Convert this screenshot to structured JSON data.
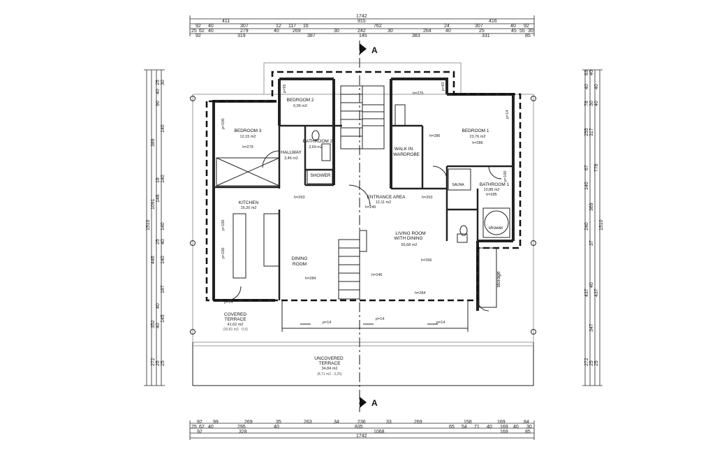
{
  "dims": {
    "top_total": "1742",
    "top_row1": [
      "411",
      "915",
      "416"
    ],
    "top_row2": [
      "92",
      "40",
      "307",
      "12",
      "117",
      "16",
      "762",
      "24",
      "307",
      "40",
      "92"
    ],
    "top_row3": [
      "25",
      "62",
      "40",
      "279",
      "40",
      "269",
      "30",
      "242",
      "30",
      "264",
      "40",
      "25",
      "45",
      "55",
      "30"
    ],
    "top_row4": [
      "92",
      "319",
      "387",
      "145",
      "383",
      "331",
      "85"
    ],
    "bottom_row1": [
      "92",
      "99",
      "269",
      "35",
      "263",
      "34",
      "236",
      "33",
      "269",
      "158",
      "169",
      "84"
    ],
    "bottom_row2": [
      "25",
      "62",
      "40",
      "295",
      "40",
      "835",
      "65",
      "54",
      "71",
      "40",
      "169",
      "40",
      "30"
    ],
    "bottom_row3": [
      "92",
      "328",
      "1068",
      "169",
      "85"
    ],
    "bottom_total": "1742",
    "left_outer": "1510",
    "left_mid": "1091",
    "left_segments": [
      "25",
      "30",
      "40",
      "90",
      "140",
      "389",
      "18",
      "140",
      "148",
      "140",
      "25",
      "40",
      "446",
      "140",
      "187",
      "40",
      "145",
      "40",
      "352",
      "272",
      "25",
      "25"
    ],
    "right_outer": "1510",
    "right_mid": "778",
    "right_segments": [
      "83",
      "40",
      "40",
      "40",
      "78",
      "30",
      "40",
      "255",
      "317",
      "67",
      "140",
      "369",
      "240",
      "37",
      "437",
      "40",
      "437",
      "347",
      "272",
      "25",
      "25"
    ]
  },
  "section_marks": {
    "top": "A",
    "bottom": "A"
  },
  "rooms": {
    "bedroom3": {
      "name": "BEDROOM 3",
      "area": "12,15 m2",
      "h": "h=279",
      "p": "p=100"
    },
    "bedroom2": {
      "name": "BEDROOM 2",
      "area": "6,06 m2",
      "p": "p=95"
    },
    "bathroom2": {
      "name": "BATHROOM 2",
      "area": "3,69 m2"
    },
    "hallway": {
      "name": "HALLWAY",
      "area": "3,46 m2"
    },
    "shower": {
      "name": "SHOWER"
    },
    "bedroom1": {
      "name": "BEDROOM 1",
      "area": "23,76 m2",
      "h": "h=286",
      "p": "p=14"
    },
    "walkin": {
      "line1": "WALK IN",
      "line2": "WARDROBE",
      "h": "h=286"
    },
    "h275": "h=275",
    "p83": "p=83",
    "bathroom1": {
      "name": "BATHROOM 1",
      "area": "10,88 m2",
      "h": "h=285",
      "p": "p=100"
    },
    "sauna": {
      "name": "SAUNA"
    },
    "shower1": {
      "name": "shower"
    },
    "kitchen": {
      "name": "KITCHEN",
      "area": "16,20 m2",
      "p1": "p=100",
      "p2": "p=100"
    },
    "entrance": {
      "name": "ENTRANCE AREA",
      "area": "12,11 m2",
      "h": "h=245"
    },
    "h263a": "h=263",
    "h263b": "h=263",
    "living": {
      "line1": "LIVING ROOM",
      "line2": "WITH DINING",
      "area": "55,68 m2",
      "h": "h=266"
    },
    "dining": {
      "name": "DINING",
      "name2": "ROOM",
      "h": "h=284"
    },
    "h246": "h=246",
    "h284b": "h=284",
    "storage": {
      "name": "storage"
    },
    "covered": {
      "name": "COVERED",
      "name2": "TERRACE",
      "area": "41,62 m2",
      "note": "(20,81 m2 · 0,5)",
      "p": "p=14"
    },
    "uncovered": {
      "name": "UNCOVERED",
      "name2": "TERRACE",
      "area": "34,84 m2",
      "note": "(8,71 m2 · 0,25)"
    },
    "p14a": "p=14",
    "p14b": "p=14",
    "p14c": "p=14"
  }
}
